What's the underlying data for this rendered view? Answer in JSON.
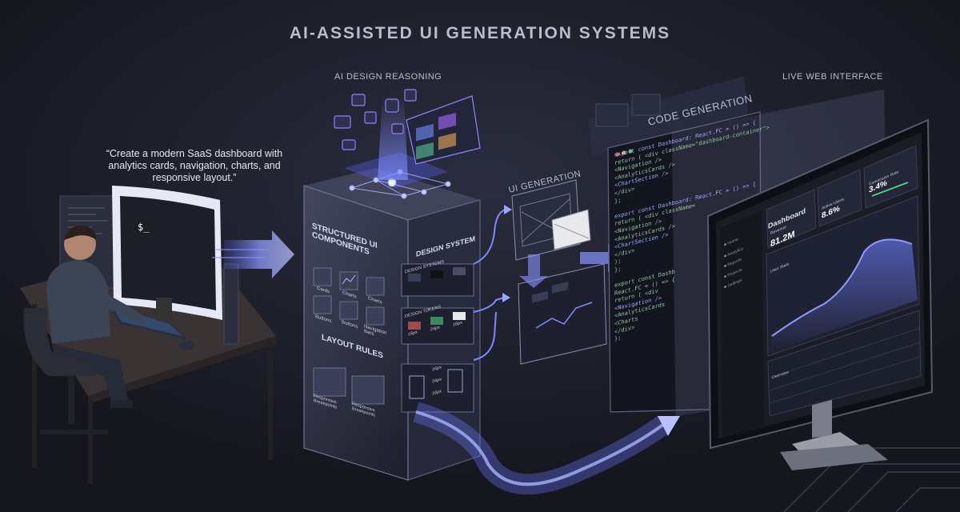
{
  "title": "AI-ASSISTED UI GENERATION SYSTEMS",
  "labels": {
    "ai_design_reasoning": "AI DESIGN REASONING",
    "live_web_interface": "LIVE WEB INTERFACE",
    "code_generation": "CODE GENERATION",
    "ui_generation": "UI GENERATION"
  },
  "prompt_text": "“Create a modern SaaS dashboard with analytics cards, navigation, charts, and responsive layout.”",
  "terminal_prompt": "$_",
  "tower": {
    "left_face_title": "STRUCTURED UI COMPONENTS",
    "components": [
      "Cards",
      "Charts",
      "Charts",
      "Buttons",
      "Buttons",
      "Navigation Bars"
    ],
    "layout_title": "LAYOUT RULES",
    "layout_items": [
      "Responsive Breakpoints",
      "Responsive Breakpoints"
    ],
    "design_system_title": "DESIGN SYSTEM",
    "design_systems_label": "DESIGN SYSTEMS",
    "design_tokens_label": "DESIGN TOKENS",
    "token_values": [
      "16px",
      "24px",
      "16px"
    ],
    "spacing_values": [
      "16px",
      "24px",
      "16px"
    ]
  },
  "code_lines": [
    "export const Dashboard: React.FC = () => {",
    "  return ( <div className=\"dashboard-container\">",
    "    <Navigation />",
    "    <AnalyticsCards />",
    "    <ChartSection />",
    "  </div>",
    "};",
    "",
    "export const Dashboard: React.FC = () => {",
    "  return ( <div className=",
    "    <Navigation />",
    "    <AnalyticsCards />",
    "    <ChartSection />",
    "  </div>",
    "  );",
    "};",
    "",
    "export const Dashb",
    "  React.FC = () => {",
    "  return ( <div",
    "    <Navigation />",
    "    <AnalyticsCards",
    "    <Charts",
    "  </div>",
    "};"
  ],
  "dashboard": {
    "title": "Dashboard",
    "cards": [
      {
        "label": "Revenue",
        "value": "81.2M"
      },
      {
        "label": "Active Users",
        "value": "8.6%"
      },
      {
        "label": "Conversion Rate",
        "value": "3.4%"
      }
    ],
    "chart_label": "User Stats",
    "nav_items": [
      "Home",
      "Analytics",
      "Reports",
      "Projects",
      "Settings"
    ],
    "table_label": "Overview"
  },
  "colors": {
    "background": "#1b1d27",
    "accent": "#7b8cff",
    "glow": "#9aa8ff",
    "purple": "#a56bff"
  }
}
